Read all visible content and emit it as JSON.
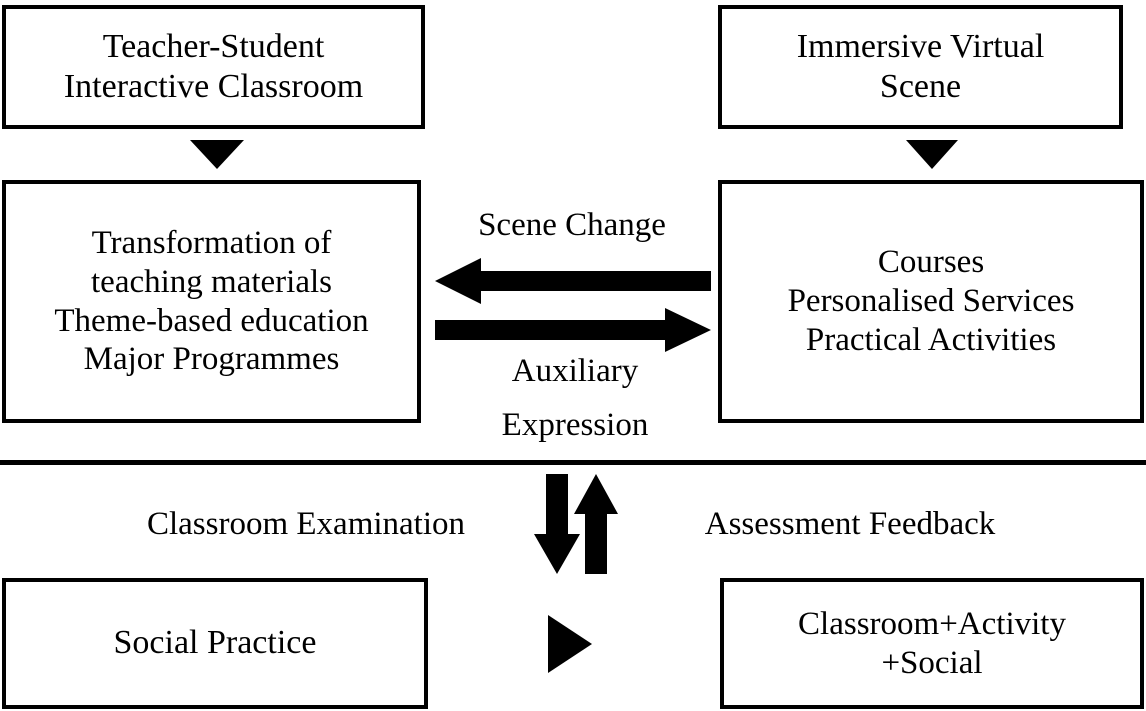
{
  "figure": {
    "type": "block-flow-diagram",
    "background_color": "#ffffff",
    "stroke_color": "#000000"
  },
  "boxes": {
    "teacher_student": {
      "name": "Teacher-Student Interactive Classroom",
      "lines": [
        "Teacher-Student",
        "Interactive Classroom"
      ]
    },
    "immersive_virtual": {
      "name": "Immersive Virtual Scene",
      "lines": [
        "Immersive Virtual",
        "Scene"
      ]
    },
    "transformation": {
      "name": "Transformation of teaching materials",
      "lines": [
        "Transformation of",
        "teaching materials",
        "Theme-based education",
        "Major Programmes"
      ]
    },
    "courses": {
      "name": "Courses",
      "lines": [
        "Courses",
        "Personalised Services",
        "Practical Activities"
      ]
    },
    "social_practice": {
      "name": "Social Practice",
      "lines": [
        "Social Practice"
      ]
    },
    "classroom_activity_social": {
      "name": "Classroom+Activity+Social",
      "lines": [
        "Classroom+Activity",
        "+Social"
      ]
    }
  },
  "labels": {
    "scene_change": "Scene Change",
    "auxiliary_line1": "Auxiliary",
    "auxiliary_line2": "Expression",
    "classroom_examination": "Classroom Examination",
    "assessment_feedback": "Assessment Feedback"
  },
  "connectors": {
    "top_left_triangle": "triangle-down-icon",
    "top_right_triangle": "triangle-down-icon",
    "left_arrow": "arrow-left-icon",
    "right_arrow": "arrow-right-icon",
    "down_arrow": "arrow-down-icon",
    "up_arrow": "arrow-up-icon",
    "play_triangle": "triangle-right-icon",
    "divider": "horizontal-rule"
  }
}
